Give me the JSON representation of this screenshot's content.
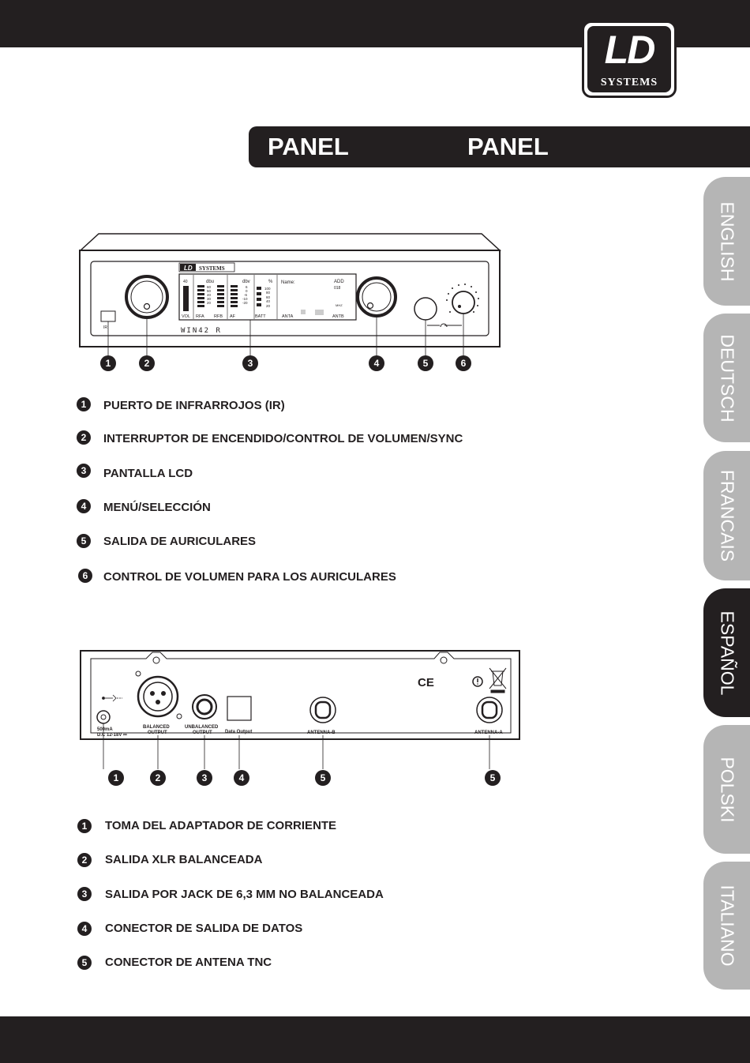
{
  "logo": {
    "brand": "LD",
    "sub": "SYSTEMS"
  },
  "title": {
    "word1": "PANEL",
    "word2": "PANEL"
  },
  "tabs": [
    {
      "label": "ENGLISH",
      "active": false
    },
    {
      "label": "DEUTSCH",
      "active": false
    },
    {
      "label": "FRANCAIS",
      "active": false
    },
    {
      "label": "ESPAÑOL",
      "active": true
    },
    {
      "label": "POLSKI",
      "active": false
    },
    {
      "label": "ITALIANO",
      "active": false
    }
  ],
  "front_panel": {
    "callouts": [
      "1",
      "2",
      "3",
      "4",
      "5",
      "6"
    ],
    "ir_label": "IR",
    "model": "WIN42 R",
    "brand_strip": "LD SYSTEMS",
    "lcd": {
      "top_num": "40",
      "dbu": "dbu",
      "dbu_ticks": [
        "60",
        "50",
        "40",
        "30",
        "20"
      ],
      "dbv": "dbv",
      "dbv_ticks": [
        "6",
        "0",
        "-6",
        "-10",
        "-20"
      ],
      "pct": "%",
      "pct_ticks": [
        "100",
        "80",
        "60",
        "40",
        "20"
      ],
      "name_label": "Name:",
      "add_label": "ADD",
      "code": "018",
      "mhz": "MHZ",
      "bottom": [
        "VOL",
        "RFA",
        "RFB",
        "AF",
        "BATT",
        "ANTA",
        "ANTB"
      ]
    },
    "items": [
      {
        "num": "1",
        "text": "PUERTO DE INFRARROJOS (IR)"
      },
      {
        "num": "2",
        "text": "INTERRUPTOR DE ENCENDIDO/CONTROL DE VOLUMEN/SYNC"
      },
      {
        "num": "3",
        "text": "PANTALLA LCD"
      },
      {
        "num": "4",
        "text": "MENÚ/SELECCIÓN"
      },
      {
        "num": "5",
        "text": "SALIDA DE AURICULARES"
      },
      {
        "num": "6",
        "text": "CONTROL DE VOLUMEN PARA LOS AURICULARES"
      }
    ]
  },
  "rear_panel": {
    "callouts": [
      "1",
      "2",
      "3",
      "4",
      "5",
      "5"
    ],
    "labels": {
      "power": "500mA",
      "power2": "D.C 12-18V ⎓",
      "balanced": "BALANCED",
      "balanced2": "OUTPUT",
      "unbalanced": "UNBALANCED",
      "unbalanced2": "OUTPUT",
      "data": "Data Output",
      "antb": "ANTENNA-B",
      "anta": "ANTENNA-A",
      "ce": "CE"
    },
    "items": [
      {
        "num": "1",
        "text": "TOMA DEL ADAPTADOR DE CORRIENTE"
      },
      {
        "num": "2",
        "text": "SALIDA XLR BALANCEADA"
      },
      {
        "num": "3",
        "text": "SALIDA POR JACK DE 6,3 MM NO BALANCEADA"
      },
      {
        "num": "4",
        "text": "CONECTOR DE SALIDA DE DATOS"
      },
      {
        "num": "5",
        "text": "CONECTOR DE ANTENA TNC"
      }
    ]
  }
}
